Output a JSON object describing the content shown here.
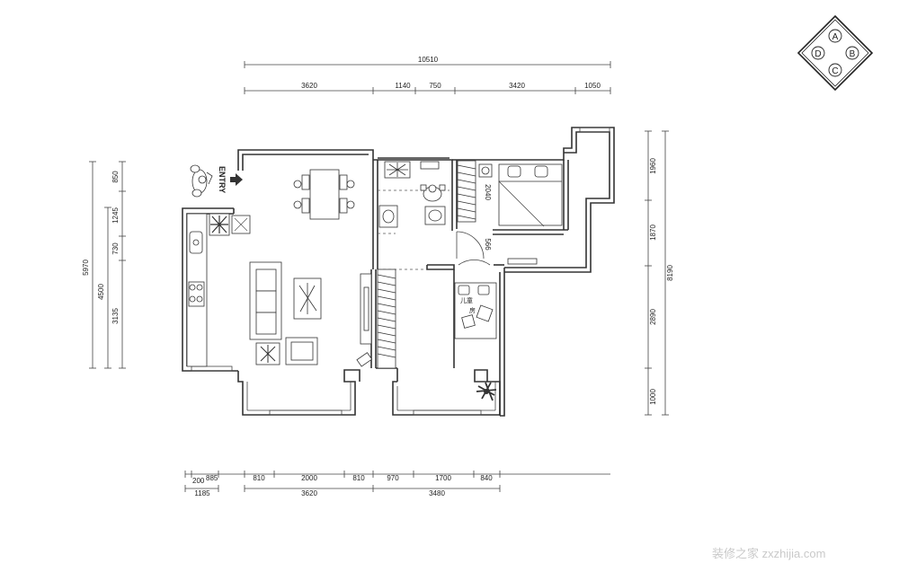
{
  "compass": {
    "a": "A",
    "b": "B",
    "c": "C",
    "d": "D"
  },
  "entry_label": "ENTRY",
  "top_dims": {
    "total": "10510",
    "d1": "3620",
    "d2": "1140",
    "d3": "750",
    "d4": "3420",
    "d5": "1050"
  },
  "bottom_dims": {
    "r1": [
      "200",
      "885"
    ],
    "r1b": "1185",
    "r2": [
      "810",
      "2000",
      "810"
    ],
    "r2b": "3620",
    "r3": [
      "970",
      "1700",
      "840"
    ],
    "r3b": "3480"
  },
  "left_dims": {
    "total": "5970",
    "a1": "850",
    "a2": "1245",
    "a3": "730",
    "a4": "3135",
    "b": "4500"
  },
  "right_dims": {
    "total": "8190",
    "s1": "1960",
    "s2": "1870",
    "s3": "2890",
    "s4": "1000"
  },
  "inner_dims": {
    "bed_width": "2040",
    "wardrobe_small": "566"
  },
  "kids_room_text": [
    "儿童",
    "房"
  ],
  "watermark": "装修之家  zxzhijia.com"
}
